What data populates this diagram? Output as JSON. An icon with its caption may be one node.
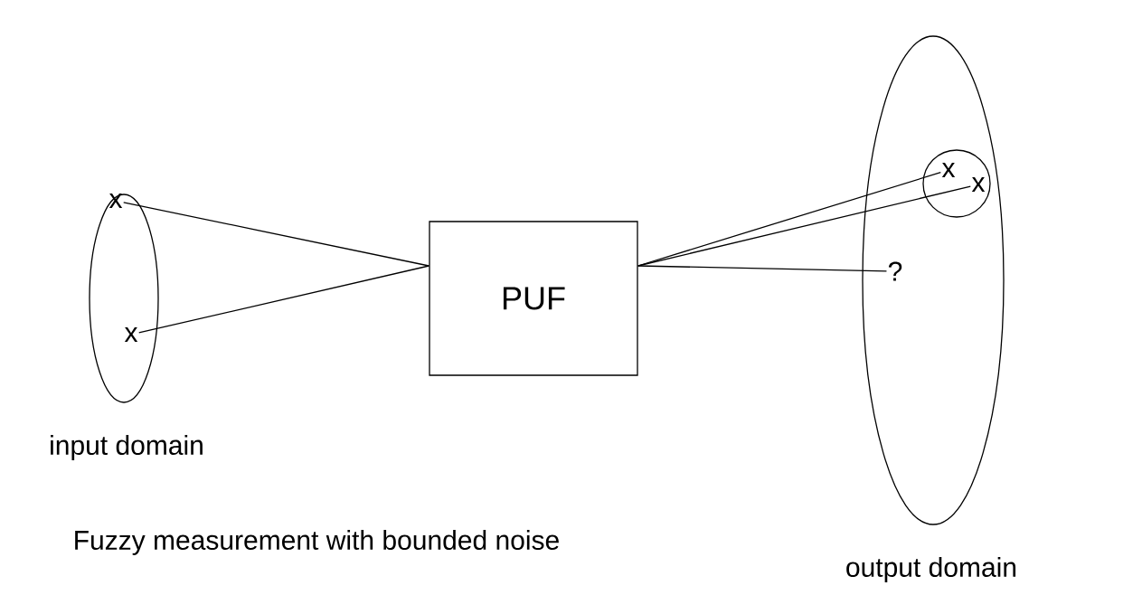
{
  "diagram": {
    "caption": "Fuzzy measurement with bounded noise",
    "nodes": [
      {
        "text": [],
        "shape": "ellipse",
        "beside": [
          "input domain"
        ]
      },
      {
        "text": [
          "x"
        ],
        "in": 0
      },
      {
        "text": [
          "x"
        ],
        "in": 0
      },
      {
        "text": [
          "PUF"
        ]
      },
      {
        "text": [],
        "shape": "ellipse",
        "beside": [
          "output domain"
        ]
      },
      {
        "text": [],
        "shape": "circle",
        "in": 4
      },
      {
        "text": [
          "x"
        ],
        "in": 5
      },
      {
        "text": [
          "x"
        ],
        "in": 5
      },
      {
        "text": [
          "?"
        ],
        "in": 4
      }
    ],
    "edges": [
      {
        "from": 1,
        "to": 3,
        "arrow": "none"
      },
      {
        "from": 2,
        "to": 3,
        "arrow": "none"
      },
      {
        "from": 3,
        "to": 6,
        "arrow": "none"
      },
      {
        "from": 3,
        "to": 7,
        "arrow": "none"
      },
      {
        "from": 3,
        "to": 8,
        "arrow": "none"
      }
    ]
  }
}
